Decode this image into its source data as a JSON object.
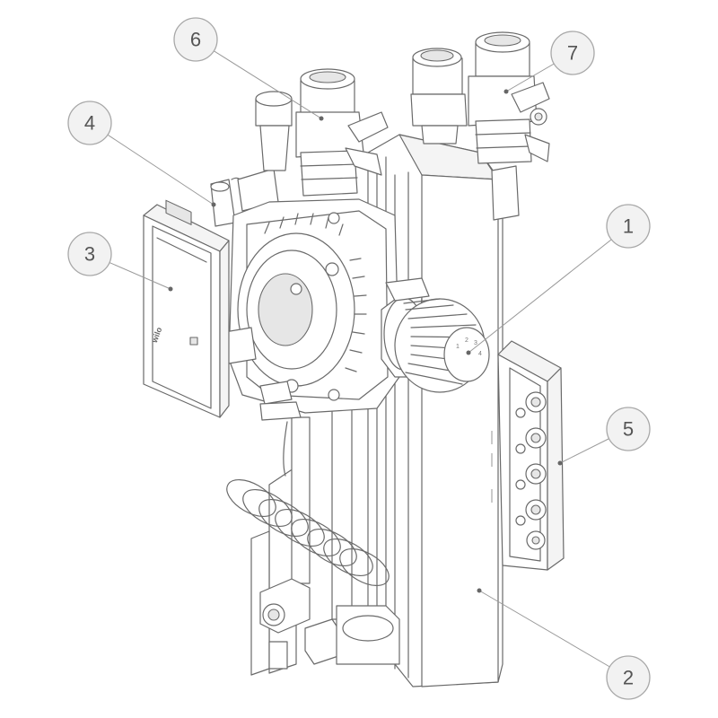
{
  "callouts": [
    {
      "id": "1",
      "label": "1"
    },
    {
      "id": "2",
      "label": "2"
    },
    {
      "id": "3",
      "label": "3"
    },
    {
      "id": "4",
      "label": "4"
    },
    {
      "id": "5",
      "label": "5"
    },
    {
      "id": "6",
      "label": "6"
    },
    {
      "id": "7",
      "label": "7"
    }
  ],
  "pump_brand": "wilo",
  "dial_marks": [
    "1",
    "2",
    "3",
    "4"
  ]
}
